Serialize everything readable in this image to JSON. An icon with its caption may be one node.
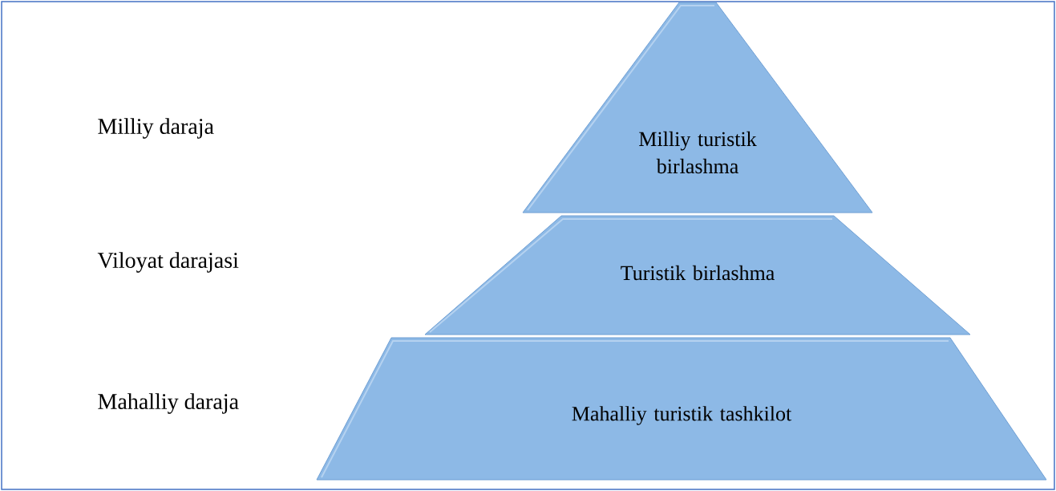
{
  "diagram": {
    "nodes": [
      {
        "text": [
          "Milliy turistik birlashma"
        ]
      },
      {
        "text": [
          "Turistik birlashma"
        ]
      },
      {
        "text": [
          "Mahalliy turistik tashkilot"
        ]
      }
    ],
    "labels": [
      "Milliy daraja",
      "Viloyat darajasi",
      "Mahalliy daraja"
    ]
  }
}
